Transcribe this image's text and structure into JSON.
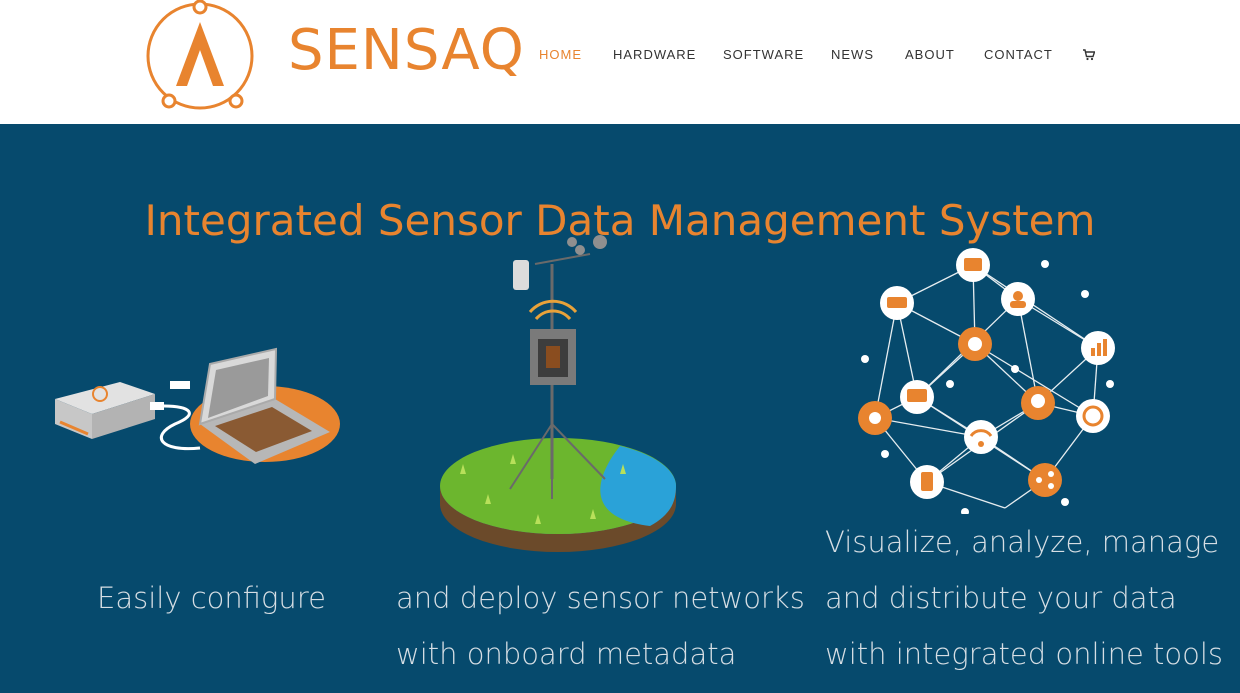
{
  "brand": {
    "name": "SENSAQ"
  },
  "nav": {
    "items": [
      {
        "label": "HOME",
        "active": true
      },
      {
        "label": "HARDWARE",
        "active": false
      },
      {
        "label": "SOFTWARE",
        "active": false
      },
      {
        "label": "NEWS",
        "active": false
      },
      {
        "label": "ABOUT",
        "active": false
      },
      {
        "label": "CONTACT",
        "active": false
      }
    ],
    "cart_icon": "shopping-cart-icon"
  },
  "hero": {
    "title": "Integrated Sensor Data Management System",
    "columns": [
      {
        "illustration": "logger-laptop-illustration",
        "lines": [
          "Easily configure"
        ]
      },
      {
        "illustration": "weather-station-illustration",
        "lines": [
          "and deploy sensor networks",
          "with onboard metadata"
        ]
      },
      {
        "illustration": "data-network-illustration",
        "lines": [
          "Visualize, analyze, manage",
          "and distribute your data",
          "with integrated online tools"
        ]
      }
    ]
  },
  "colors": {
    "accent": "#e8842f",
    "hero_background": "#064a6d",
    "caption_text": "#d6dee4"
  }
}
